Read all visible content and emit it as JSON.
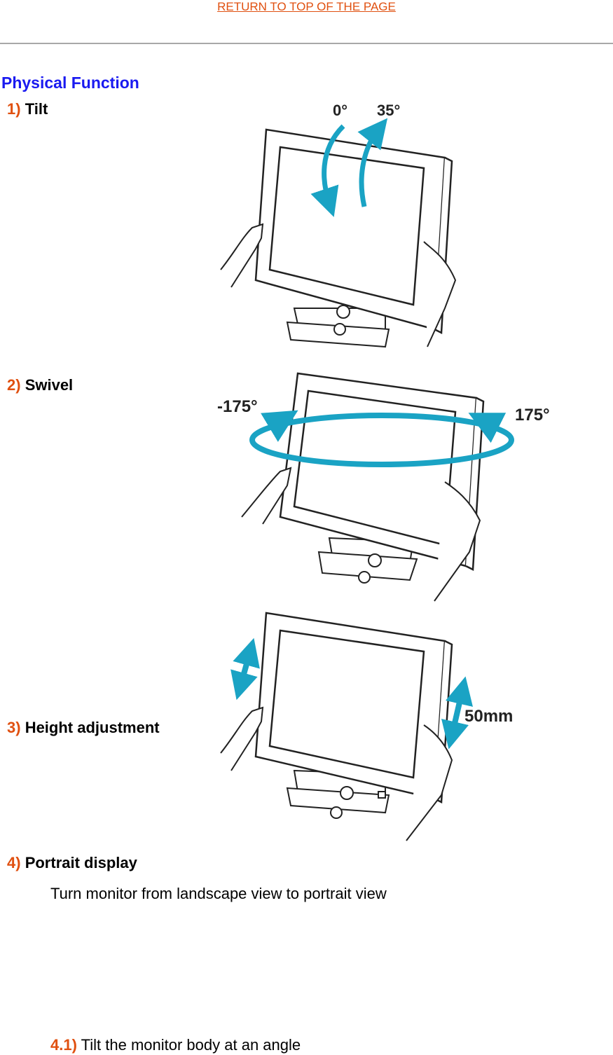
{
  "return_link": "RETURN TO TOP OF THE PAGE",
  "section_title": "Physical Function",
  "items": [
    {
      "num": "1)",
      "label": "Tilt"
    },
    {
      "num": "2)",
      "label": "Swivel"
    },
    {
      "num": "3)",
      "label": "Height adjustment"
    },
    {
      "num": "4)",
      "label": "Portrait display"
    }
  ],
  "portrait_desc": "Turn monitor from landscape view to portrait view",
  "sub_items": [
    {
      "num": "4.1)",
      "label": "Tilt the monitor body at an angle"
    }
  ],
  "illustrations": {
    "tilt": {
      "label_a": "0°",
      "label_b": "35°"
    },
    "swivel": {
      "label_left": "-175°",
      "label_right": "175°"
    },
    "height": {
      "label": "50mm"
    }
  },
  "colors": {
    "link": "#e05010",
    "title": "#1a1af0",
    "arrow": "#1aa3c4"
  }
}
